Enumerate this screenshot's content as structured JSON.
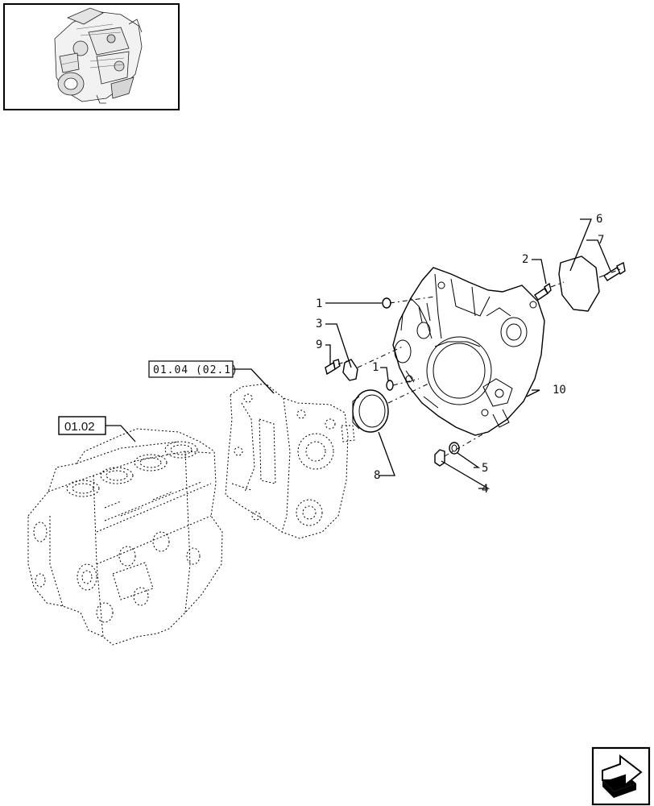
{
  "callouts": {
    "c1a": "1",
    "c1b": "1",
    "c2": "2",
    "c3": "3",
    "c4": "4",
    "c5": "5",
    "c6": "6",
    "c7": "7",
    "c8": "8",
    "c9": "9",
    "c10": "10"
  },
  "references": {
    "block": "01.02",
    "gear_housing": "01.04 (02.1)"
  },
  "icons": {
    "thumbnail": "engine-thumbnail-icon",
    "nav": "next-page-arrow-icon"
  }
}
